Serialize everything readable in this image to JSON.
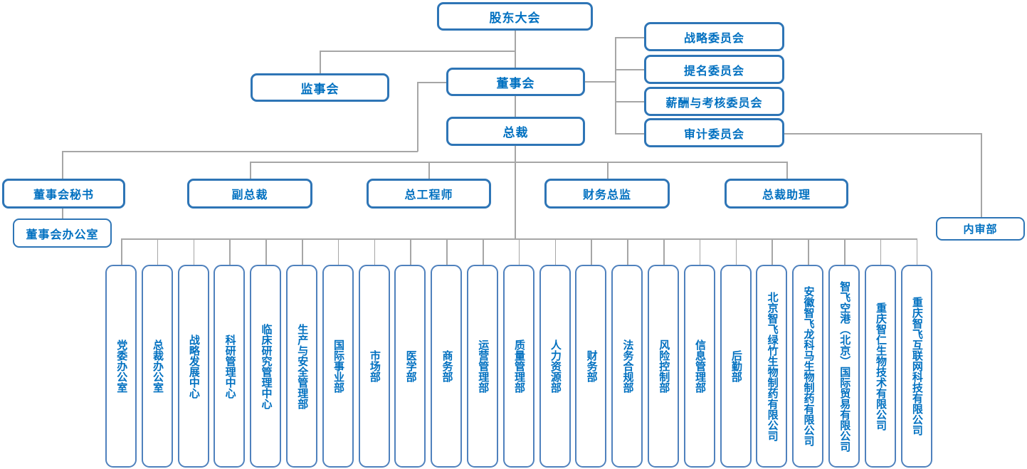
{
  "org": {
    "top": {
      "shareholders": "股东大会"
    },
    "supervisory": "监事会",
    "board": "董事会",
    "president": "总裁",
    "committees": [
      "战略委员会",
      "提名委员会",
      "薪酬与考核委员会",
      "审计委员会"
    ],
    "executives": [
      "董事会秘书",
      "副总裁",
      "总工程师",
      "财务总监",
      "总裁助理"
    ],
    "board_office": "董事会办公室",
    "internal_audit": "内审部",
    "departments": [
      "党委办公室",
      "总裁办公室",
      "战略发展中心",
      "科研管理中心",
      "临床研究管理中心",
      "生产与安全管理部",
      "国际事业部",
      "市场部",
      "医学部",
      "商务部",
      "运营管理部",
      "质量管理部",
      "人力资源部",
      "财务部",
      "法务合规部",
      "风险控制部",
      "信息管理部",
      "后勤部"
    ],
    "subsidiaries": [
      "北京智飞绿竹生物制药有限公司",
      "安徽智飞龙科马生物制药有限公司",
      "智飞空港（北京）国际贸易有限公司",
      "重庆智仁生物技术有限公司",
      "重庆智飞互联网科技有限公司"
    ],
    "colors": {
      "box_border": "#2E75B6",
      "tall_box_border": "#4F81BD",
      "text": "#0070C0",
      "connector": "#A6A6A6",
      "background": "#FFFFFF"
    }
  }
}
